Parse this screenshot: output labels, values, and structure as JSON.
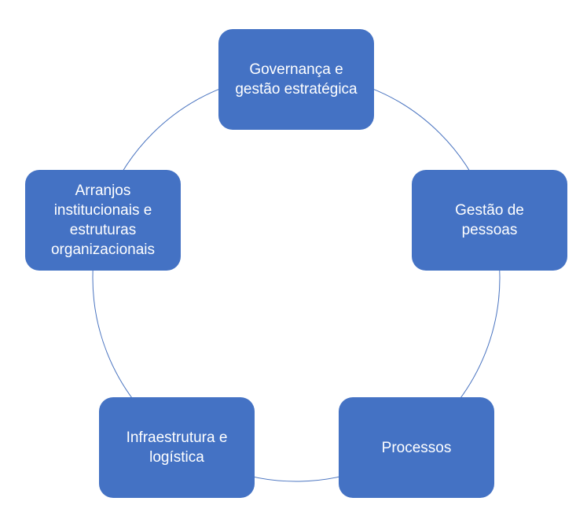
{
  "diagram": {
    "type": "cycle",
    "accent_color": "#4472C4",
    "nodes": [
      {
        "label": "Governança e\ngestão estratégica"
      },
      {
        "label": "Gestão de\npessoas"
      },
      {
        "label": "Processos"
      },
      {
        "label": "Infraestrutura e\nlogística"
      },
      {
        "label": "Arranjos\ninstitucionais e\nestruturas\norganizacionais"
      }
    ]
  }
}
